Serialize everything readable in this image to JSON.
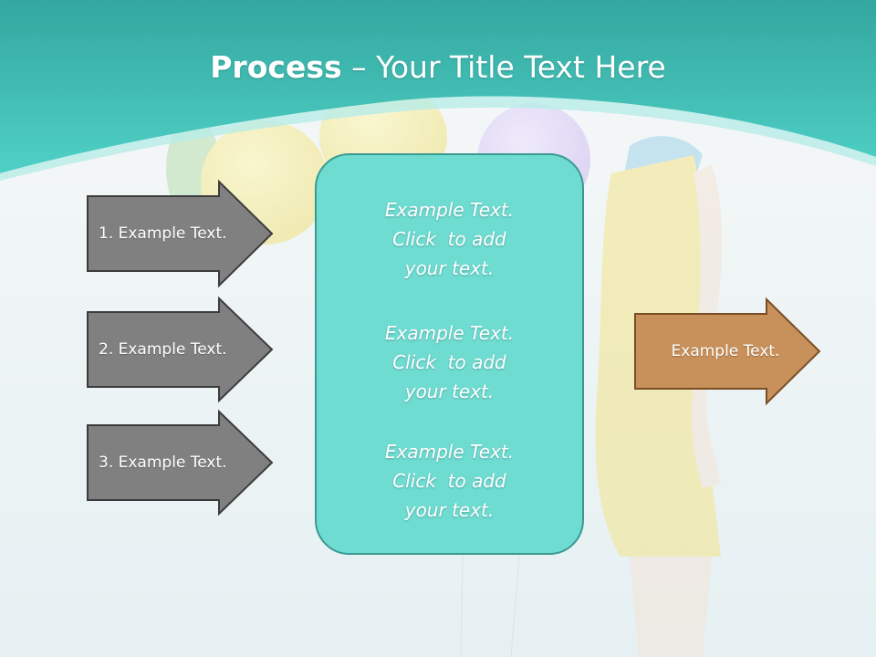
{
  "slide": {
    "title_bold": "Process",
    "title_rest": " – Your Title Text Here",
    "colors": {
      "header_teal": "#3fc3bb",
      "center_box": "#6fdcd2",
      "center_border": "#3a9a93",
      "input_arrow": "#808080",
      "input_arrow_border": "#3c3c3c",
      "output_arrow": "#c8905a",
      "output_arrow_border": "#7a4e24"
    },
    "inputs": [
      {
        "label": "1. Example Text."
      },
      {
        "label": "2. Example Text."
      },
      {
        "label": "3. Example Text."
      }
    ],
    "center": {
      "paragraphs": [
        {
          "lines": [
            "Example Text.",
            "Click  to add",
            "your text."
          ]
        },
        {
          "lines": [
            "Example Text.",
            "Click  to add",
            "your text."
          ]
        },
        {
          "lines": [
            "Example Text.",
            "Click  to add",
            "your text."
          ]
        }
      ]
    },
    "output": {
      "label": "Example Text."
    }
  }
}
